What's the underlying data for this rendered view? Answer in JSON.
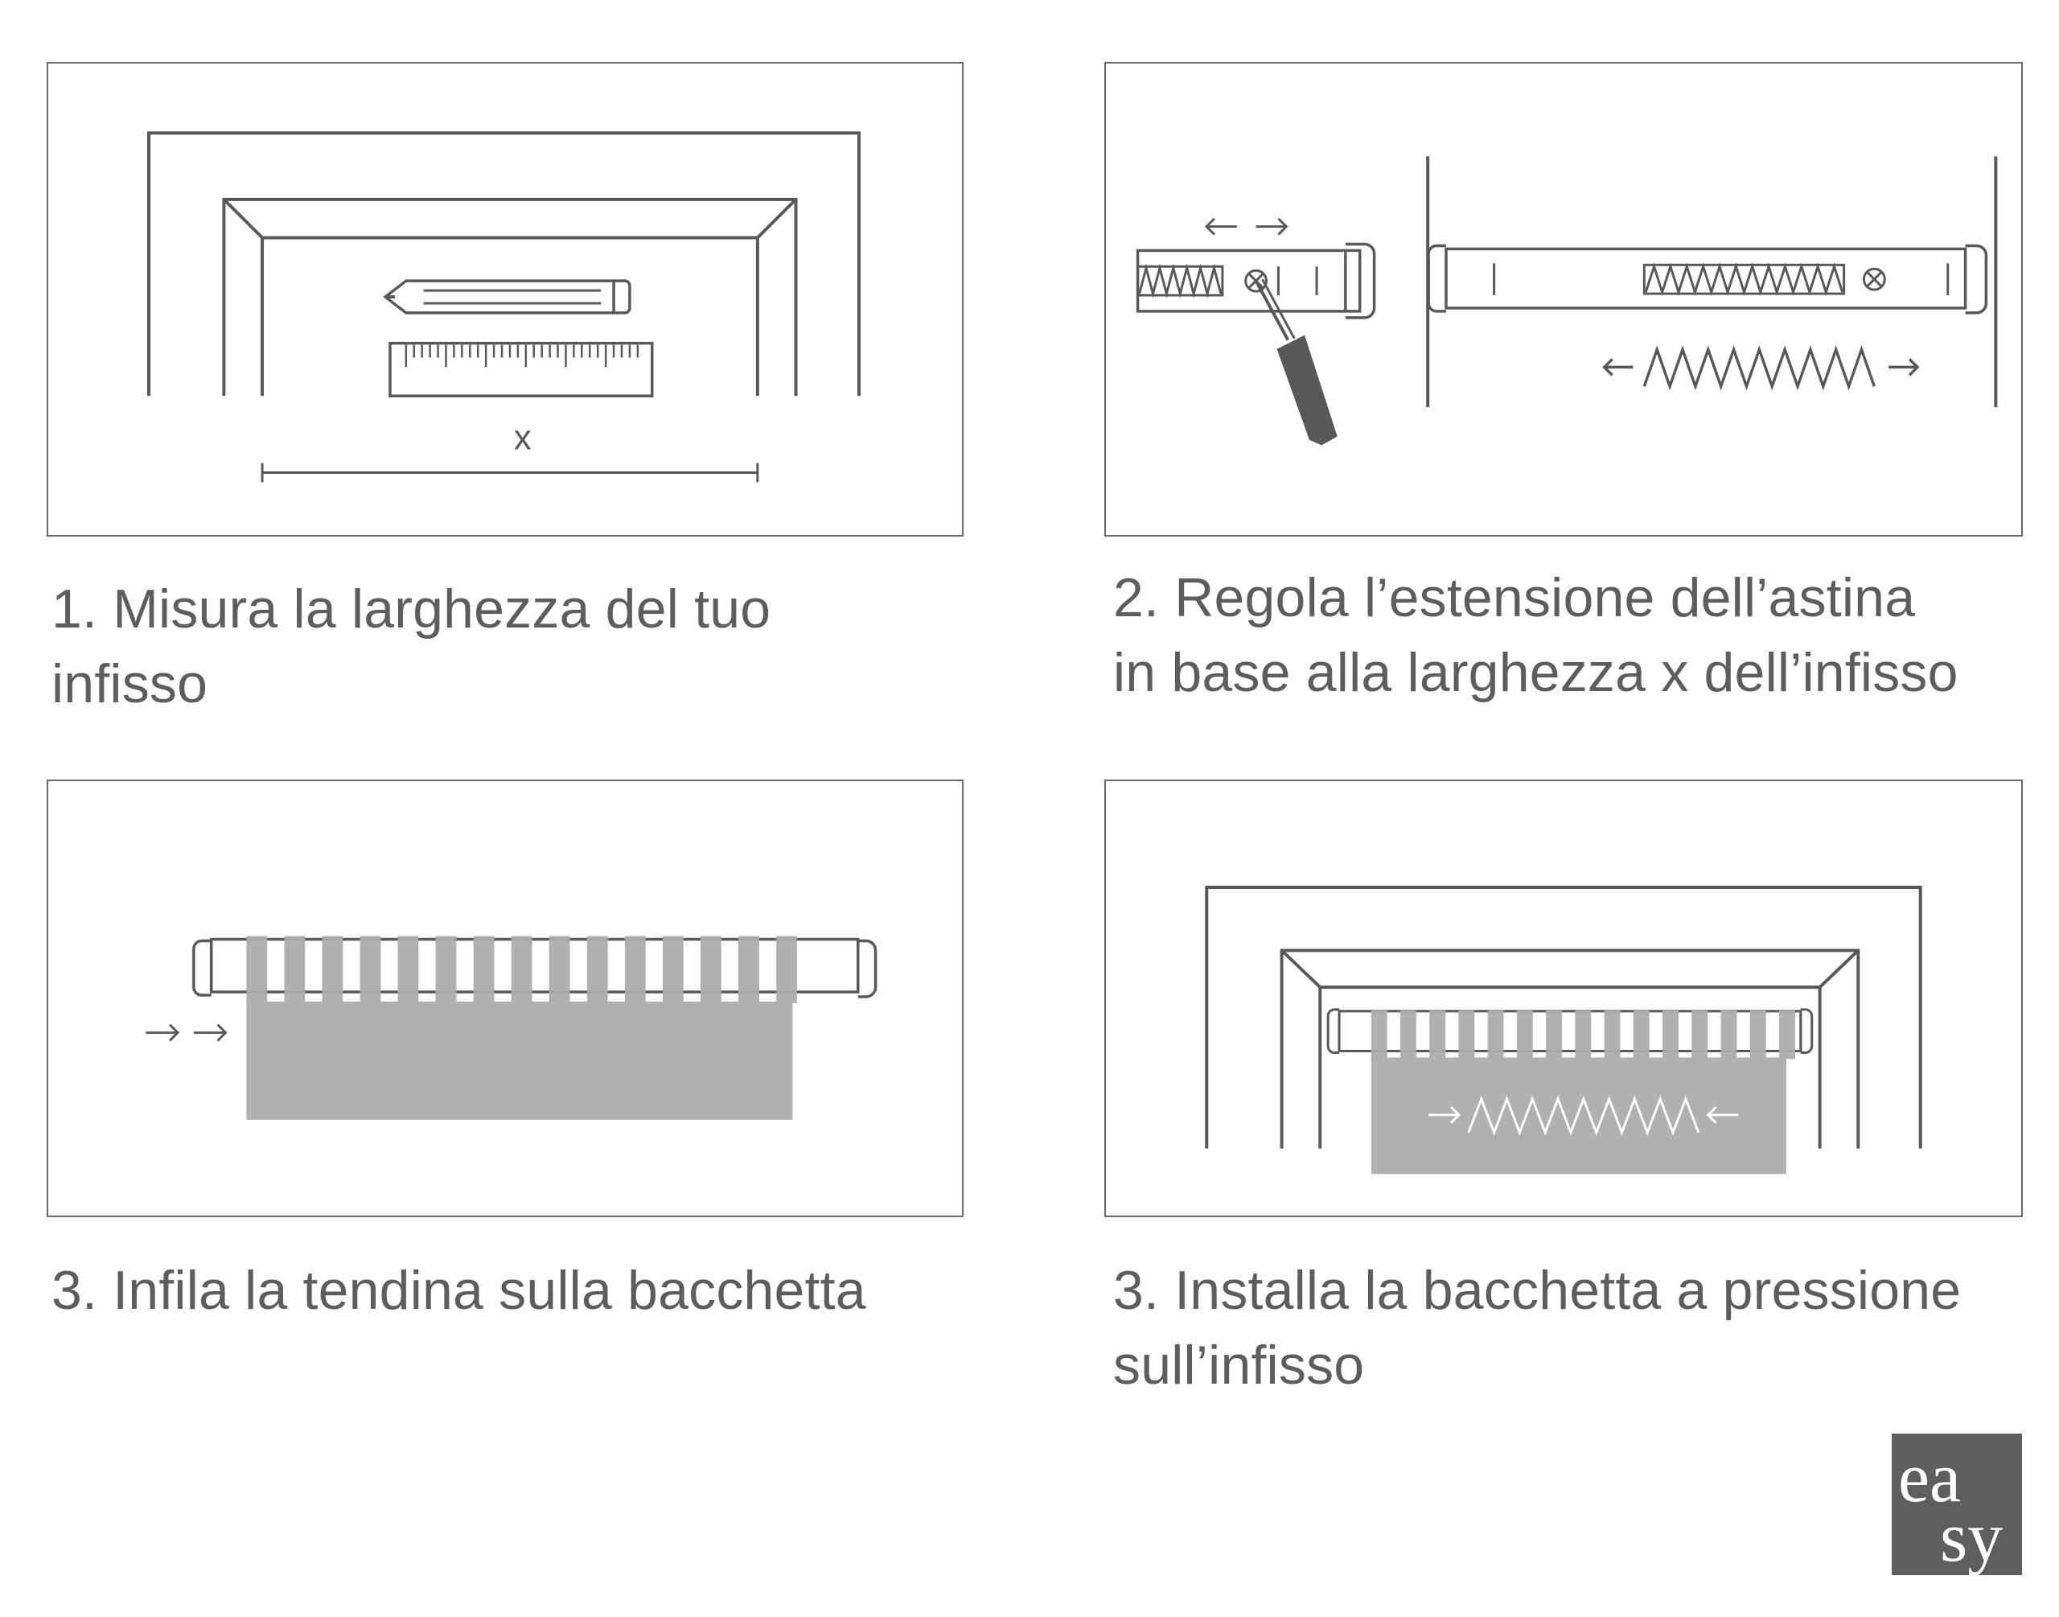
{
  "steps": [
    {
      "caption_line1": "1. Misura la larghezza del tuo",
      "caption_line2": "infisso",
      "measure_label": "x"
    },
    {
      "caption_line1": "2. Regola l’estensione dell’astina",
      "caption_line2": "in base alla larghezza x dell’infisso"
    },
    {
      "caption_line1": "3. Infila la tendina sulla bacchetta",
      "caption_line2": ""
    },
    {
      "caption_line1": "3. Installa la bacchetta a pressione",
      "caption_line2": "sull’infisso"
    }
  ],
  "logo": {
    "line1": "ea",
    "line2": "sy"
  },
  "colors": {
    "stroke": "#58585a",
    "curtain": "#acacac",
    "logo_bg": "#5e5e60",
    "text": "#5d5d5f"
  }
}
